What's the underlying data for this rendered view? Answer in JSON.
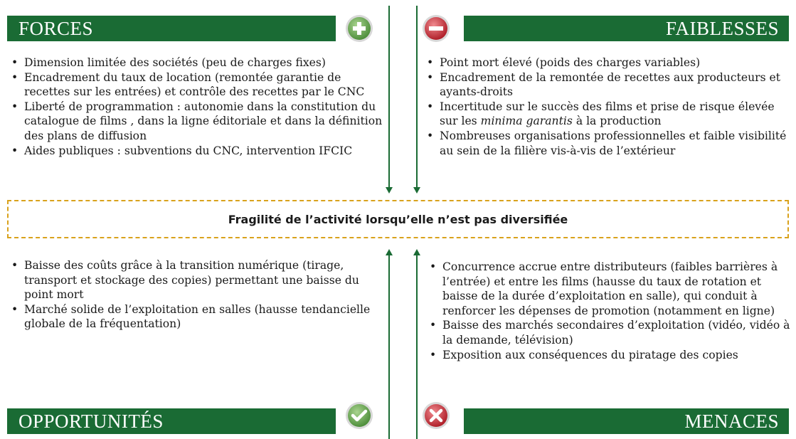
{
  "colors": {
    "banner": "#1a6b34",
    "dash": "#d9a21c",
    "plus_icon": "#5a9e47",
    "minus_icon": "#c8323a",
    "check_icon": "#5a9e47",
    "cross_icon": "#c8323a"
  },
  "forces": {
    "title": "FORCES",
    "icon": "plus-icon",
    "items": [
      "Dimension limitée des sociétés (peu de charges fixes)",
      "Encadrement du taux de location (remontée garantie de recettes sur les entrées) et contrôle des recettes par le CNC",
      "Liberté de programmation : autonomie dans la constitution du catalogue de films , dans la ligne éditoriale et dans la définition des plans de diffusion",
      "Aides publiques : subventions du CNC, intervention IFCIC"
    ]
  },
  "faiblesses": {
    "title": "FAIBLESSES",
    "icon": "minus-icon",
    "items": [
      "Point mort élevé (poids des charges variables)",
      "Encadrement de la remontée de recettes aux producteurs et ayants-droits",
      "Incertitude sur le succès des films et prise de risque élevée sur les",
      "Nombreuses organisations professionnelles et faible visibilité au sein de la filière vis-à-vis de l’extérieur"
    ],
    "item3_italic": "minima garantis",
    "item3_tail": "à la production"
  },
  "center": {
    "text": "Fragilité de l’activité lorsqu’elle n’est pas diversifiée"
  },
  "opportunites": {
    "title": "OPPORTUNITÉS",
    "icon": "check-icon",
    "items": [
      "Baisse des coûts grâce à la transition numérique (tirage, transport et stockage des copies) permettant une baisse du point mort",
      "Marché solide de l’exploitation en salles (hausse tendancielle globale de la fréquentation)"
    ]
  },
  "menaces": {
    "title": "MENACES",
    "icon": "cross-icon",
    "items": [
      "Concurrence accrue entre distributeurs (faibles barrières à l’entrée) et entre les films (hausse du taux de rotation et baisse de la durée d’exploitation en salle), qui conduit à renforcer les dépenses de promotion (notamment en ligne)",
      "Baisse des marchés secondaires d’exploitation (vidéo, vidéo à la demande, télévision)",
      "Exposition aux conséquences du piratage des copies"
    ]
  }
}
